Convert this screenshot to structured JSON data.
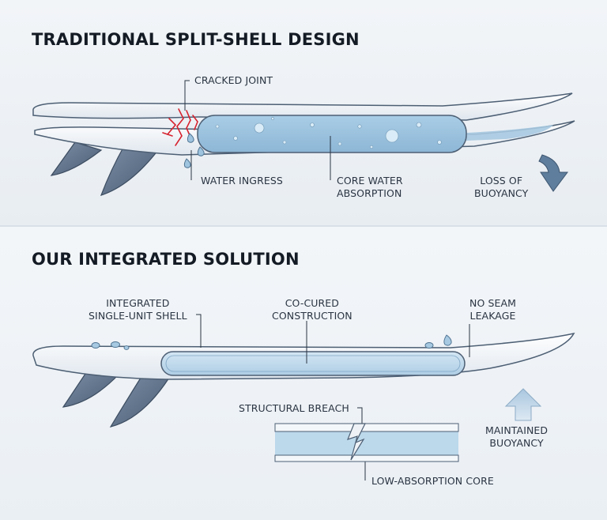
{
  "top": {
    "heading": "TRADITIONAL SPLIT-SHELL DESIGN",
    "labels": {
      "cracked_joint": "CRACKED JOINT",
      "water_ingress": "WATER INGRESS",
      "core_water_absorption": [
        "CORE WATER",
        "ABSORPTION"
      ],
      "loss_of_buoyancy": [
        "LOSS OF",
        "BUOYANCY"
      ]
    }
  },
  "bottom": {
    "heading": "OUR INTEGRATED SOLUTION",
    "labels": {
      "integrated_shell": [
        "INTEGRATED",
        "SINGLE-UNIT SHELL"
      ],
      "co_cured": [
        "CO-CURED",
        "CONSTRUCTION"
      ],
      "no_seam_leakage": [
        "NO SEAM",
        "LEAKAGE"
      ],
      "structural_breach": "STRUCTURAL BREACH",
      "maintained_buoyancy": [
        "MAINTAINED",
        "BUOYANCY"
      ],
      "low_absorption_core": "LOW-ABSORPTION CORE"
    }
  },
  "colors": {
    "shell": "#f4f7fa",
    "outline": "#4d5f74",
    "core_light": "#b9d6ea",
    "core_water": "#9cc3de",
    "fin": "#5b6e86",
    "crack": "#d6232f",
    "arrow_down": "#5f7d9c",
    "arrow_up": "#bcd3e6"
  }
}
